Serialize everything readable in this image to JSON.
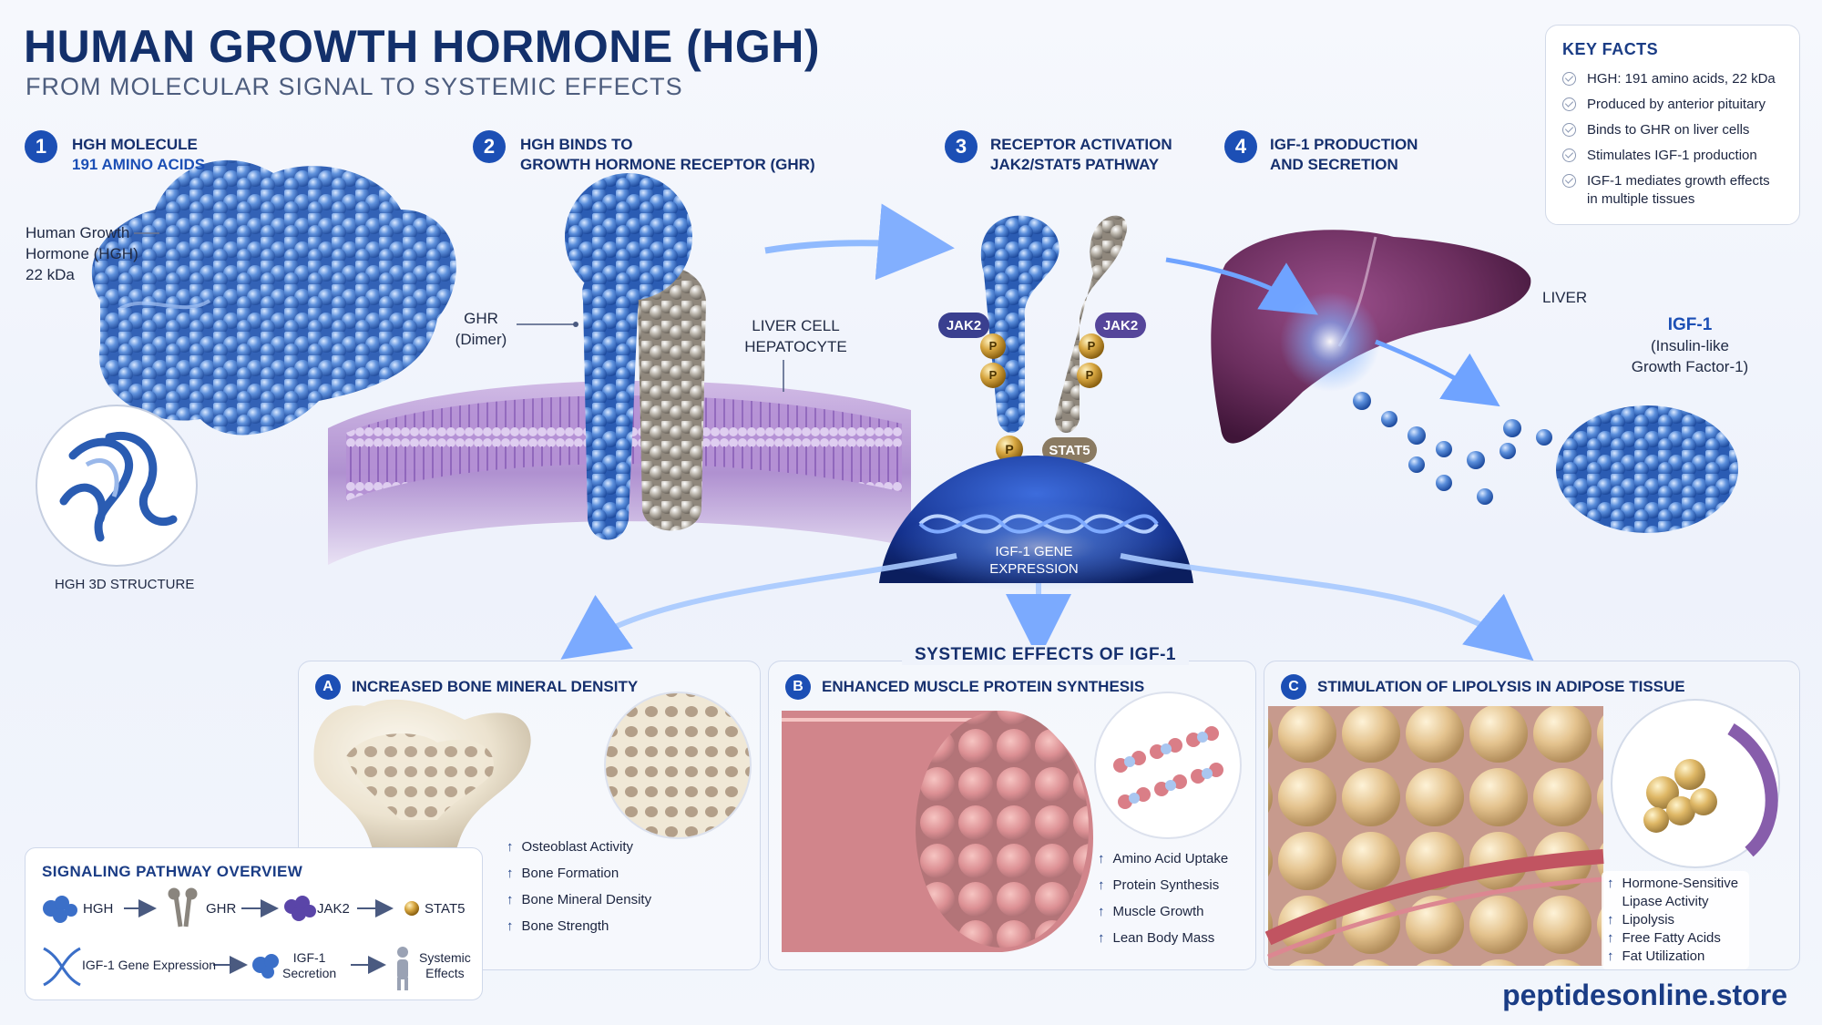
{
  "header": {
    "title": "HUMAN GROWTH HORMONE (HGH)",
    "subtitle": "FROM MOLECULAR SIGNAL TO SYSTEMIC EFFECTS"
  },
  "steps": [
    {
      "num": "1",
      "line1": "HGH MOLECULE",
      "line2": "191 AMINO ACIDS"
    },
    {
      "num": "2",
      "line1": "HGH BINDS TO",
      "line2": "GROWTH HORMONE RECEPTOR (GHR)"
    },
    {
      "num": "3",
      "line1": "RECEPTOR ACTIVATION",
      "line2": "JAK2/STAT5 PATHWAY"
    },
    {
      "num": "4",
      "line1": "IGF-1 PRODUCTION",
      "line2": "AND SECRETION"
    }
  ],
  "labels": {
    "hgh_line1": "Human Growth",
    "hgh_line2": "Hormone (HGH)",
    "hgh_line3": "22 kDa",
    "hgh_3d": "HGH 3D STRUCTURE",
    "ghr_line1": "GHR",
    "ghr_line2": "(Dimer)",
    "liver_cell_line1": "LIVER CELL",
    "liver_cell_line2": "HEPATOCYTE",
    "jak2_left": "JAK2",
    "jak2_right": "JAK2",
    "p": "P",
    "stat5": "STAT5",
    "gene_line1": "IGF-1 GENE",
    "gene_line2": "EXPRESSION",
    "liver": "LIVER",
    "igf1_title": "IGF-1",
    "igf1_line2": "(Insulin-like",
    "igf1_line3": "Growth Factor-1)"
  },
  "key_facts": {
    "title": "KEY FACTS",
    "items": [
      "HGH: 191 amino acids, 22 kDa",
      "Produced by anterior pituitary",
      "Binds to GHR on liver cells",
      "Stimulates IGF-1 production",
      "IGF-1 mediates growth effects in multiple tissues"
    ]
  },
  "systemic": {
    "title": "SYSTEMIC EFFECTS OF IGF-1",
    "panels": [
      {
        "letter": "A",
        "title": "INCREASED BONE MINERAL DENSITY",
        "items": [
          "Osteoblast Activity",
          "Bone Formation",
          "Bone Mineral Density",
          "Bone Strength"
        ]
      },
      {
        "letter": "B",
        "title": "ENHANCED MUSCLE PROTEIN SYNTHESIS",
        "items": [
          "Amino Acid Uptake",
          "Protein Synthesis",
          "Muscle Growth",
          "Lean Body Mass"
        ]
      },
      {
        "letter": "C",
        "title": "STIMULATION OF LIPOLYSIS IN ADIPOSE TISSUE",
        "items": [
          "Hormone-Sensitive Lipase Activity",
          "Lipolysis",
          "Free Fatty Acids",
          "Fat Utilization"
        ]
      }
    ]
  },
  "pathway": {
    "title": "SIGNALING PATHWAY OVERVIEW",
    "row1": [
      "HGH",
      "GHR",
      "JAK2",
      "STAT5"
    ],
    "row2_a": "IGF-1 Gene Expression",
    "row2_b1": "IGF-1",
    "row2_b2": "Secretion",
    "row2_c1": "Systemic",
    "row2_c2": "Effects"
  },
  "brand": "peptidesonline.store",
  "colors": {
    "primary": "#1c4fb5",
    "title": "#13306b",
    "membrane": "#a985c9",
    "liver": "#6b2e5e",
    "muscle": "#c9545a",
    "fat": "#d9a650"
  }
}
